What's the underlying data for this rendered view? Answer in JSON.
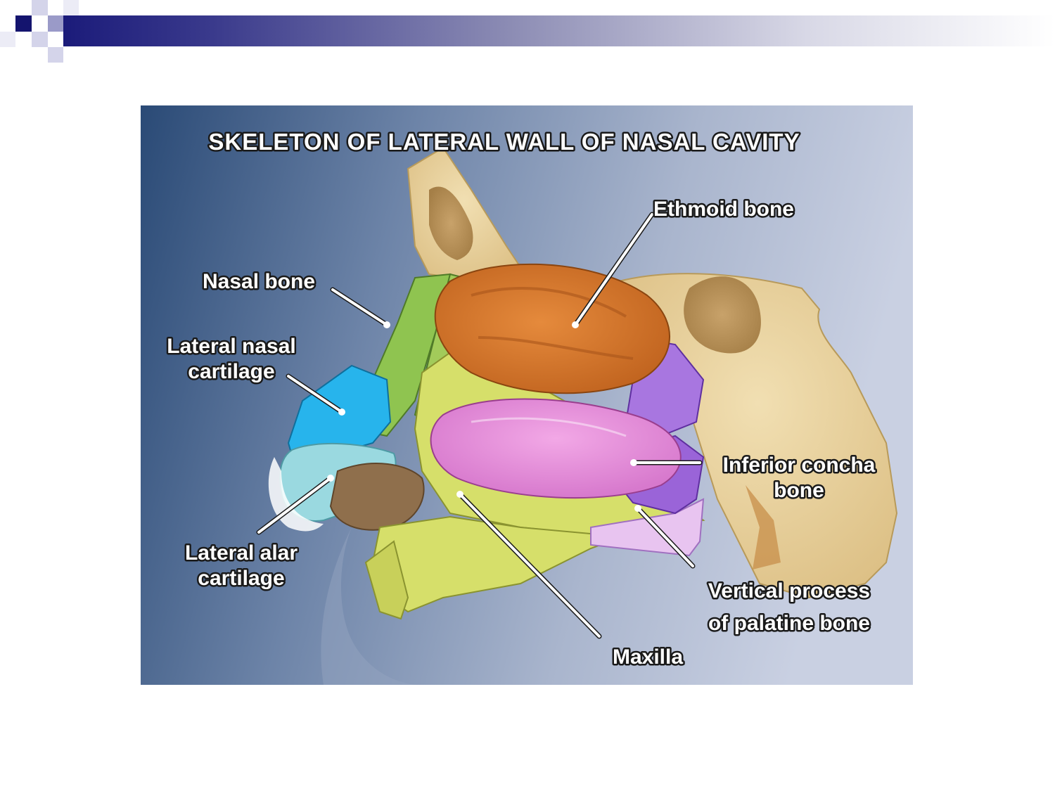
{
  "diagram": {
    "title": "SKELETON OF LATERAL WALL OF NASAL CAVITY",
    "labels": {
      "ethmoid": "Ethmoid bone",
      "nasal_bone": "Nasal bone",
      "lateral_nasal_1": "Lateral nasal",
      "lateral_nasal_2": "cartilage",
      "inferior_concha_1": "Inferior concha",
      "inferior_concha_2": "bone",
      "lateral_alar_1": "Lateral alar",
      "lateral_alar_2": "cartilage",
      "vertical_process_1": "Vertical process",
      "vertical_process_2": "of palatine bone",
      "maxilla": "Maxilla"
    },
    "colors": {
      "background_dark": "#2c4d78",
      "background_light": "#c4cde0",
      "ethmoid": "#d8782e",
      "inferior_concha": "#e48ed8",
      "nasal_bone": "#8fc450",
      "maxilla": "#d6df6a",
      "lateral_nasal_cartilage": "#27b4ec",
      "lateral_alar_cartilage": "#9ad9e0",
      "palatine": "#9a64d8",
      "sphenoid_bone": "#ebd6a3"
    }
  }
}
